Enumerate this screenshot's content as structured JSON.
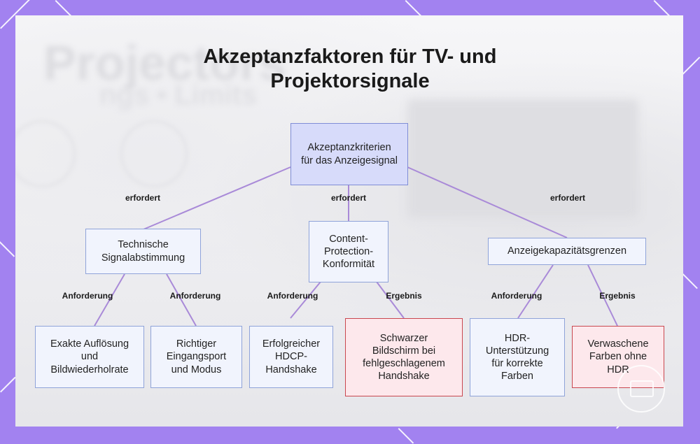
{
  "title": "Akzeptanzfaktoren für TV- und Projektorsignale",
  "background_ghost": {
    "line1": "Projectors",
    "line2": "ngs • Limits"
  },
  "nodes": {
    "root": "Akzeptanzkriterien für das Anzeigesignal",
    "technical": "Technische Signalabstimmung",
    "content_protection": "Content-Protection-Konformität",
    "display_limits": "Anzeigekapazitätsgrenzen",
    "exact_resolution": "Exakte Auflösung und Bildwiederholrate",
    "correct_port": "Richtiger Eingangsport und Modus",
    "hdcp_handshake": "Erfolgreicher HDCP-Handshake",
    "black_screen": "Schwarzer Bildschirm bei fehlgeschlagenem Handshake",
    "hdr_support": "HDR-Unterstützung für korrekte Farben",
    "washed_colors": "Verwaschene Farben ohne HDR"
  },
  "edge_labels": {
    "root_technical": "erfordert",
    "root_content": "erfordert",
    "root_display": "erfordert",
    "technical_resolution": "Anforderung",
    "technical_port": "Anforderung",
    "content_hdcp": "Anforderung",
    "content_black": "Ergebnis",
    "display_hdr": "Anforderung",
    "display_washed": "Ergebnis"
  },
  "colors": {
    "frame": "#a282f0",
    "edge": "#a98ad8",
    "root_fill": "#d7dbfa",
    "node_fill": "#f1f4fd",
    "node_border": "#8fa3d9",
    "negative_fill": "#fde8ec",
    "negative_border": "#c9474f"
  }
}
